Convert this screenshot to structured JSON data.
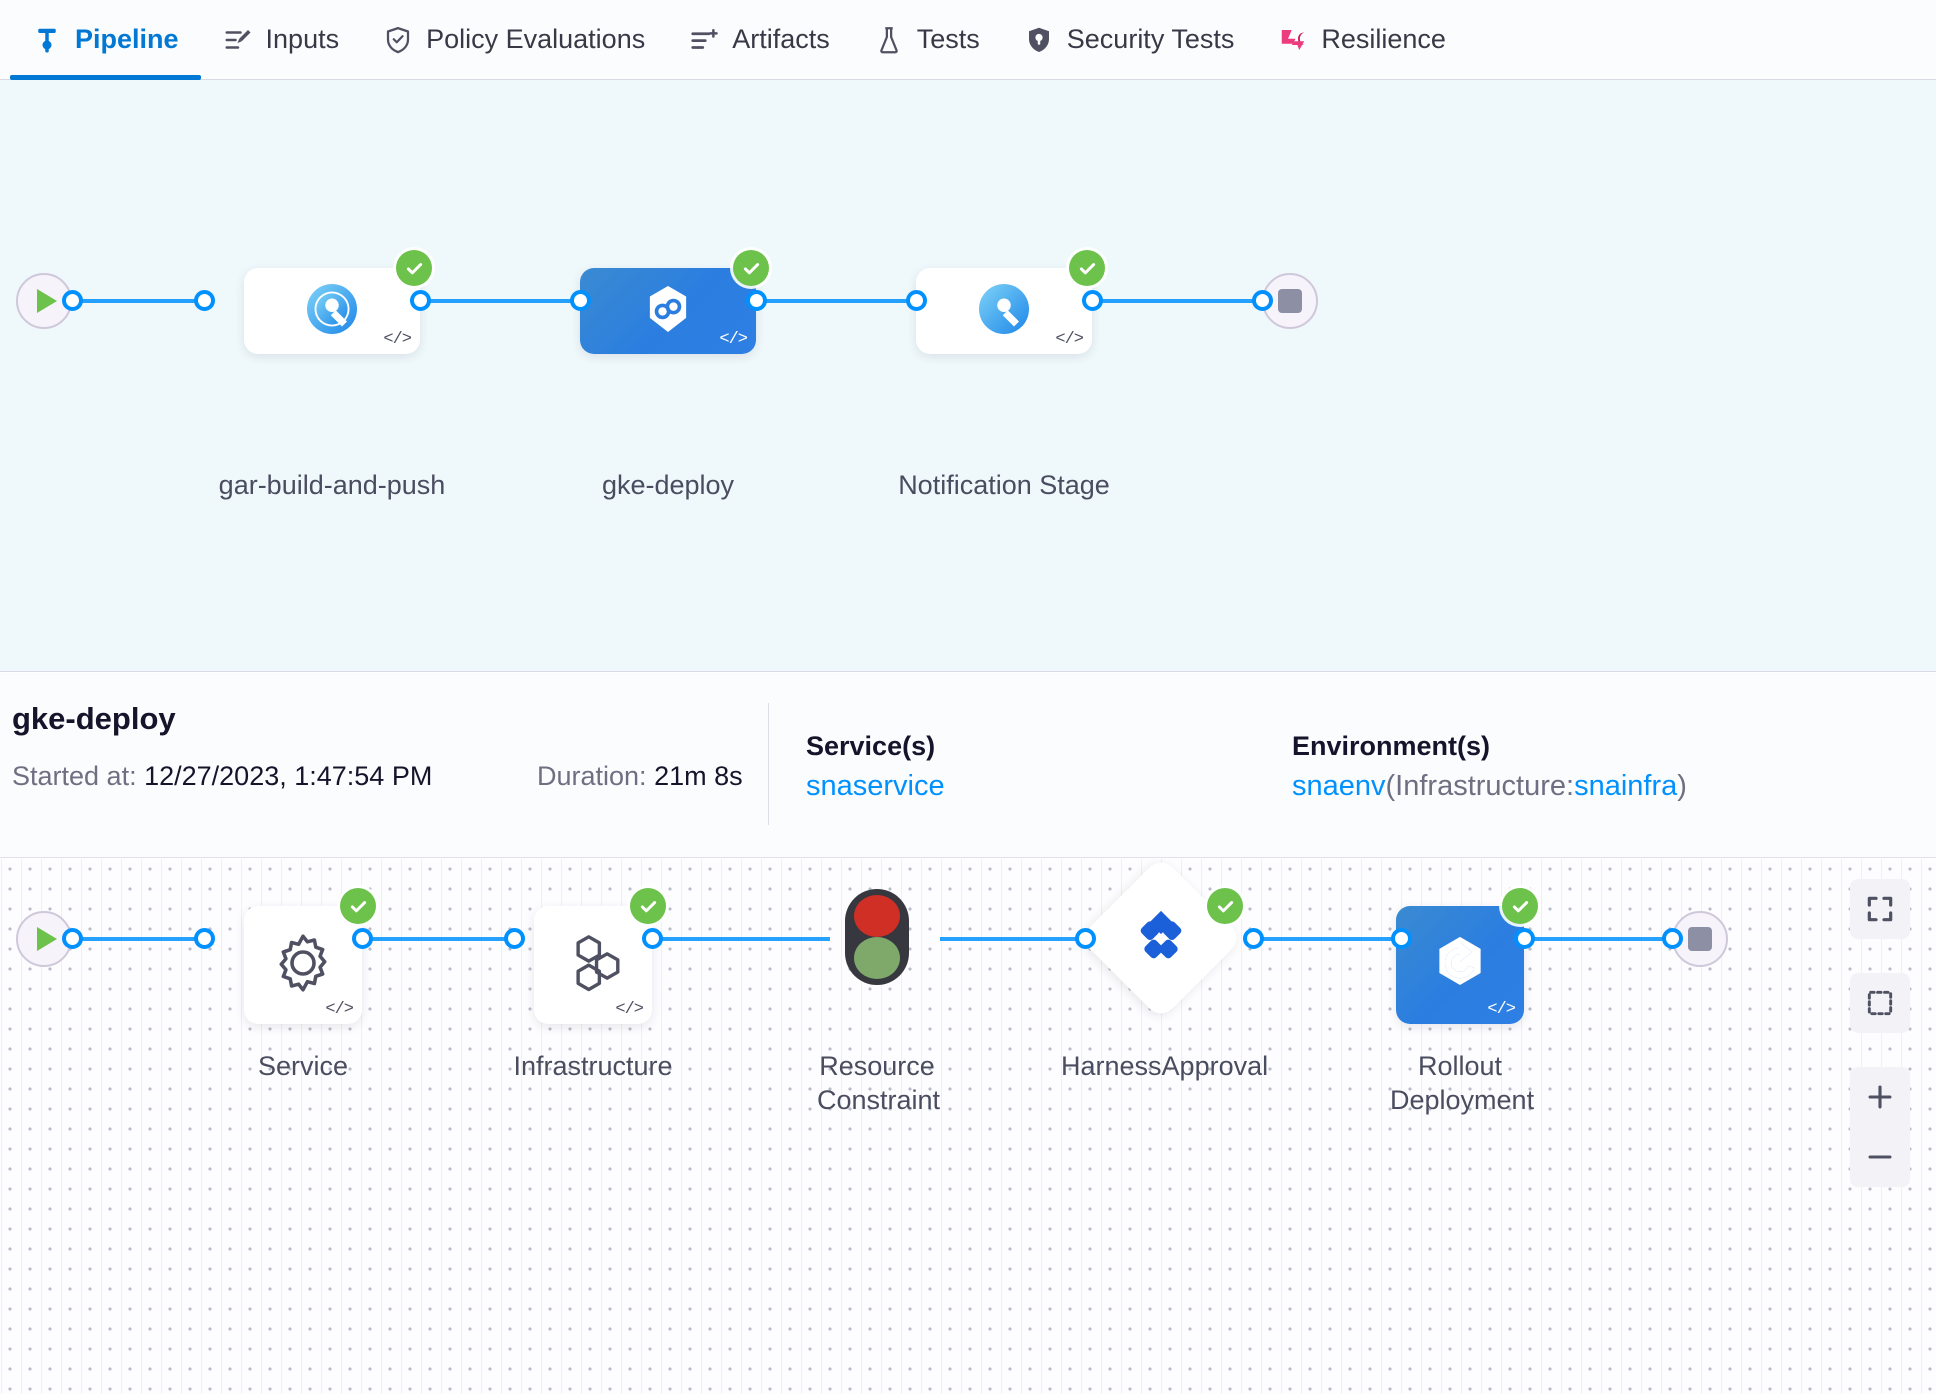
{
  "tabs": [
    {
      "label": "Pipeline",
      "icon": "pipeline-icon",
      "active": true
    },
    {
      "label": "Inputs",
      "icon": "inputs-icon",
      "active": false
    },
    {
      "label": "Policy Evaluations",
      "icon": "policy-shield-icon",
      "active": false
    },
    {
      "label": "Artifacts",
      "icon": "artifacts-icon",
      "active": false
    },
    {
      "label": "Tests",
      "icon": "flask-icon",
      "active": false
    },
    {
      "label": "Security Tests",
      "icon": "security-shield-icon",
      "active": false
    },
    {
      "label": "Resilience",
      "icon": "resilience-icon",
      "active": false
    }
  ],
  "pipeline_graph": {
    "start_icon": "play-icon",
    "end_icon": "stop-icon",
    "stages": [
      {
        "label": "gar-build-and-push",
        "icon": "harness-ci-icon",
        "status": "success",
        "selected": false,
        "code_badge": "</>"
      },
      {
        "label": "gke-deploy",
        "icon": "harness-cd-icon",
        "status": "success",
        "selected": true,
        "code_badge": "</>"
      },
      {
        "label": "Notification Stage",
        "icon": "harness-custom-icon",
        "status": "success",
        "selected": false,
        "code_badge": "</>"
      }
    ]
  },
  "detail": {
    "title": "gke-deploy",
    "started_label": "Started at:",
    "started_value": "12/27/2023, 1:47:54 PM",
    "duration_label": "Duration:",
    "duration_value": "21m 8s",
    "service_heading": "Service(s)",
    "service_value": "snaservice",
    "environment_heading": "Environment(s)",
    "environment_name": "snaenv",
    "environment_infra_prefix": "(Infrastructure:",
    "environment_infra_name": "snainfra",
    "environment_infra_suffix": ")"
  },
  "stage_graph": {
    "start_icon": "play-icon",
    "end_icon": "stop-icon",
    "steps": [
      {
        "label": "Service",
        "icon": "gear-icon",
        "shape": "rounded",
        "status": "success",
        "code_badge": "</>"
      },
      {
        "label": "Infrastructure",
        "icon": "hexagons-icon",
        "shape": "rounded",
        "status": "success",
        "code_badge": "</>"
      },
      {
        "label": "Resource Constraint",
        "icon": "traffic-light-icon",
        "shape": "traffic",
        "status": "none",
        "code_badge": ""
      },
      {
        "label": "HarnessApproval",
        "icon": "harness-approval-icon",
        "shape": "diamond",
        "status": "success",
        "code_badge": ""
      },
      {
        "label": "Rollout Deployment",
        "icon": "rollout-deploy-icon",
        "shape": "rounded",
        "status": "success",
        "code_badge": "</>",
        "selected": true
      }
    ]
  },
  "zoom_controls": [
    {
      "name": "fit-to-screen-button",
      "icon": "fit-screen-icon"
    },
    {
      "name": "select-area-button",
      "icon": "dashed-box-icon"
    },
    {
      "name": "zoom-in-button",
      "icon": "plus-icon",
      "label": "+"
    },
    {
      "name": "zoom-out-button",
      "icon": "minus-icon",
      "label": "−"
    }
  ],
  "colors": {
    "accent_blue": "#0278d5",
    "link_blue": "#0091ff",
    "success_green": "#6cc24a",
    "edge_blue": "#0091ff",
    "canvas_top_bg": "#eff8fb",
    "node_blue": "#2b7ee0",
    "traffic_red": "#cf2f25",
    "traffic_green": "#7fa86b"
  }
}
